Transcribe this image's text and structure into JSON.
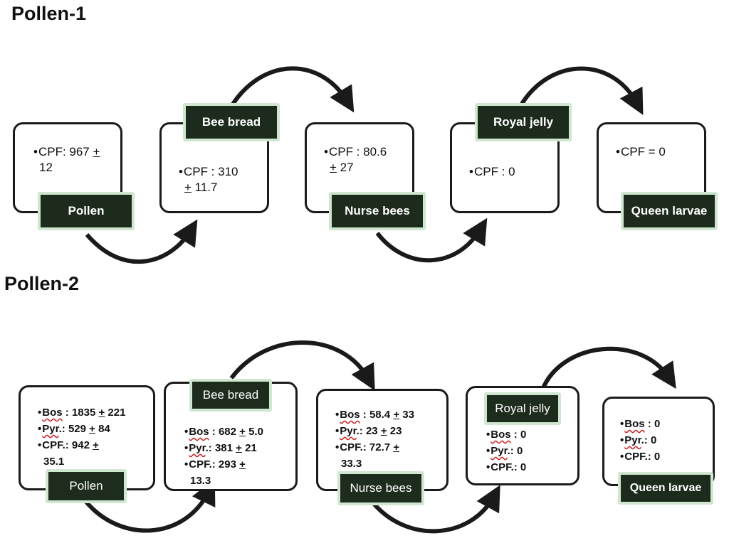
{
  "pollen1": {
    "title": "Pollen-1",
    "pollen": {
      "label": "Pollen",
      "cpf": "CPF: 967 ",
      "pm": "+",
      "cont": "12"
    },
    "bee_bread": {
      "label": "Bee bread",
      "cpf": "CPF : 310",
      "pm": "+",
      "cont": " 11.7"
    },
    "nurse_bees": {
      "label": "Nurse bees",
      "cpf": "CPF : 80.6",
      "pm": "+",
      "cont": " 27"
    },
    "royal_jelly": {
      "label": "Royal jelly",
      "cpf": "CPF : 0"
    },
    "queen_larvae": {
      "label": "Queen larvae",
      "cpf": "CPF = 0"
    }
  },
  "pollen2": {
    "title": "Pollen-2",
    "pollen": {
      "label": "Pollen",
      "bos_name": "Bos",
      "bos_val": " : 1835 ",
      "bos_pm": "+",
      "bos_err": " 221",
      "pyr_name": "Pyr",
      "pyr_val": ".:   529 ",
      "pyr_pm": "+",
      "pyr_err": " 84",
      "cpf_val": "CPF.:   942 ",
      "cpf_pm": "+",
      "cpf_err": "35.1"
    },
    "bee_bread": {
      "label": "Bee bread",
      "bos_name": "Bos",
      "bos_val": " :  682 ",
      "bos_pm": "+",
      "bos_err": " 5.0",
      "pyr_name": "Pyr",
      "pyr_val": ".:  381 ",
      "pyr_pm": "+",
      "pyr_err": " 21",
      "cpf_val": "CPF.:  293 ",
      "cpf_pm": "+",
      "cpf_err": "13.3"
    },
    "nurse_bees": {
      "label": "Nurse bees",
      "bos_name": "Bos",
      "bos_val": " :  58.4 ",
      "bos_pm": "+",
      "bos_err": " 33",
      "pyr_name": "Pyr",
      "pyr_val": ".:     23 ",
      "pyr_pm": "+",
      "pyr_err": " 23",
      "cpf_val": "CPF.:  72.7 ",
      "cpf_pm": "+",
      "cpf_err": "33.3"
    },
    "royal_jelly": {
      "label": "Royal jelly",
      "bos_name": "Bos",
      "bos_val": " :  0",
      "pyr_name": "Pyr",
      "pyr_val": ".:   0",
      "cpf_val": "CPF.:   0"
    },
    "queen_larvae": {
      "label": "Queen larvae",
      "bos_name": "Bos",
      "bos_val": " :   0",
      "pyr_name": "Pyr",
      "pyr_val": ".:    0",
      "cpf_val": "CPF.:    0"
    }
  },
  "colors": {
    "label_fill": "#1c2b1c",
    "label_border": "#cfe6cf",
    "arrow": "#1a1a1a",
    "spell_underline": "#cc2020"
  }
}
